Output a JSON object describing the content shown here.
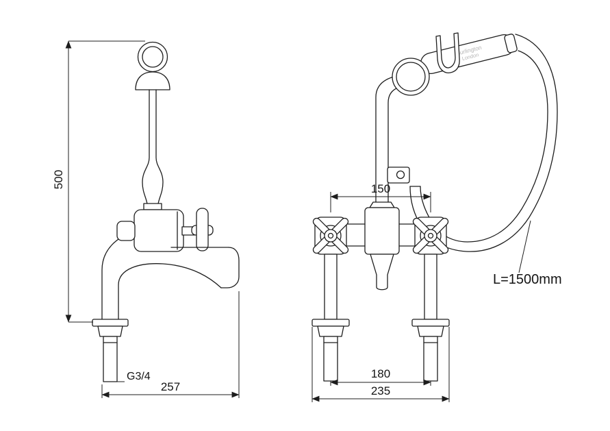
{
  "page": {
    "background": "#ffffff",
    "stroke_color": "#1d1d1d",
    "text_color": "#141414"
  },
  "drawing": {
    "brand": {
      "name": "Burlington",
      "city": "London",
      "color": "#b5b5b5"
    },
    "hose_label": "L=1500mm",
    "dimensions": {
      "height": "500",
      "thread": "G3/4",
      "depth": "257",
      "handle_centres": "150",
      "leg_centres": "180",
      "overall_width": "235"
    }
  }
}
